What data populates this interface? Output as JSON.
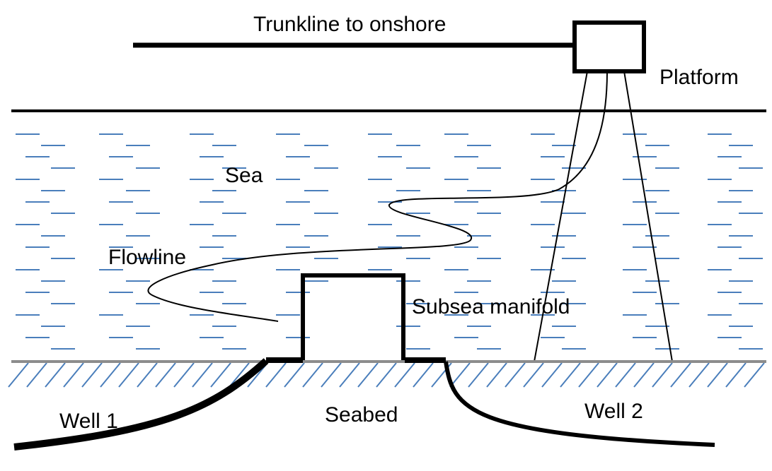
{
  "labels": {
    "trunkline": "Trunkline to onshore",
    "platform": "Platform",
    "sea": "Sea",
    "flowline": "Flowline",
    "manifold": "Subsea manifold",
    "seabed": "Seabed",
    "well1": "Well 1",
    "well2": "Well 2"
  },
  "colors": {
    "line": "#000000",
    "water": "#4a7ebb",
    "seabed": "#8c8c8c",
    "hatch": "#4a7ebb"
  }
}
